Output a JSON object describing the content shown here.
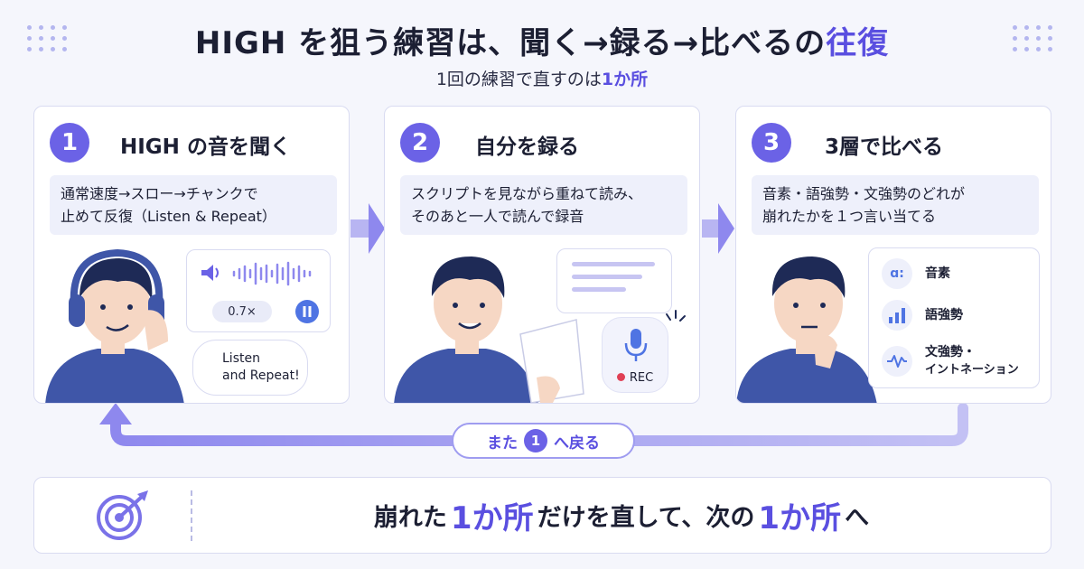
{
  "header": {
    "title_main": "HIGH を狙う練習は、聞く→録る→比べるの",
    "title_accent": "往復",
    "subtitle_main": "1回の練習で直すのは",
    "subtitle_accent": "1か所"
  },
  "steps": [
    {
      "number": "1",
      "title": "HIGH の音を聞く",
      "desc_line1": "通常速度→スロー→チャンクで",
      "desc_line2": "止めて反復（Listen & Repeat）",
      "speed": "0.7×",
      "bubble_line1": "Listen",
      "bubble_line2": "and Repeat!"
    },
    {
      "number": "2",
      "title": "自分を録る",
      "desc_line1": "スクリプトを見ながら重ねて読み、",
      "desc_line2": "そのあと一人で読んで録音",
      "rec_label": "REC"
    },
    {
      "number": "3",
      "title": "3層で比べる",
      "desc_line1": "音素・語強勢・文強勢のどれが",
      "desc_line2": "崩れたかを１つ言い当てる",
      "phoneme_symbol": "ɑ:",
      "layers": [
        "音素",
        "語強勢",
        "文強勢・",
        "イントネーション"
      ]
    }
  ],
  "loop": {
    "prefix": "また",
    "number": "1",
    "suffix": "へ戻る"
  },
  "footer": {
    "text_1": "崩れた",
    "accent_1": "1か所",
    "text_2": "だけを直して、次の",
    "accent_2": "1か所",
    "text_3": "へ"
  },
  "colors": {
    "accent": "#5a4fe0",
    "circle": "#6b62e6",
    "panel_border": "#d9dbf1",
    "desc_bg": "#eef0fb",
    "rec_dot": "#e04055"
  }
}
